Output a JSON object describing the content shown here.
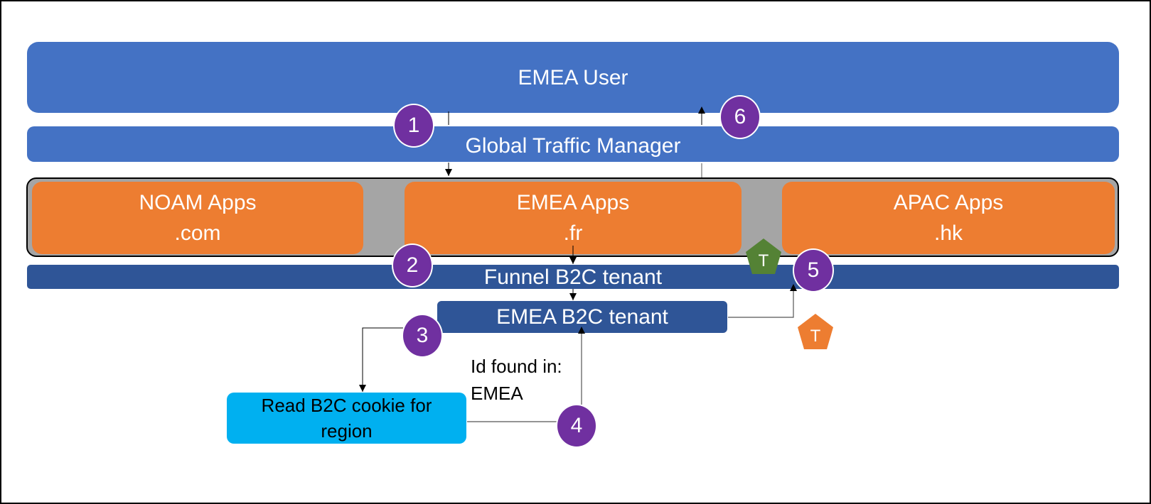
{
  "diagram": {
    "user": {
      "label": "EMEA User"
    },
    "traffic_manager": {
      "label": "Global Traffic Manager"
    },
    "apps": [
      {
        "name": "NOAM Apps",
        "domain": ".com"
      },
      {
        "name": "EMEA Apps",
        "domain": ".fr"
      },
      {
        "name": "APAC Apps",
        "domain": ".hk"
      }
    ],
    "funnel_tenant": {
      "label": "Funnel B2C tenant"
    },
    "regional_tenant": {
      "label": "EMEA B2C tenant"
    },
    "cookie_step": {
      "line1": "Read B2C cookie for",
      "line2": "region"
    },
    "lookup_note": {
      "line1": "Id found in:",
      "line2": "EMEA"
    },
    "steps": [
      "1",
      "2",
      "3",
      "4",
      "5",
      "6"
    ],
    "token_badges": [
      {
        "label": "T",
        "color": "#548235"
      },
      {
        "label": "T",
        "color": "#ed7d31"
      }
    ],
    "colors": {
      "user_blue": "#4472c4",
      "tenant_blue": "#2f5597",
      "app_orange": "#ed7d31",
      "container_gray": "#a5a5a5",
      "cookie_cyan": "#00b0f0",
      "step_purple": "#7030a0"
    }
  }
}
